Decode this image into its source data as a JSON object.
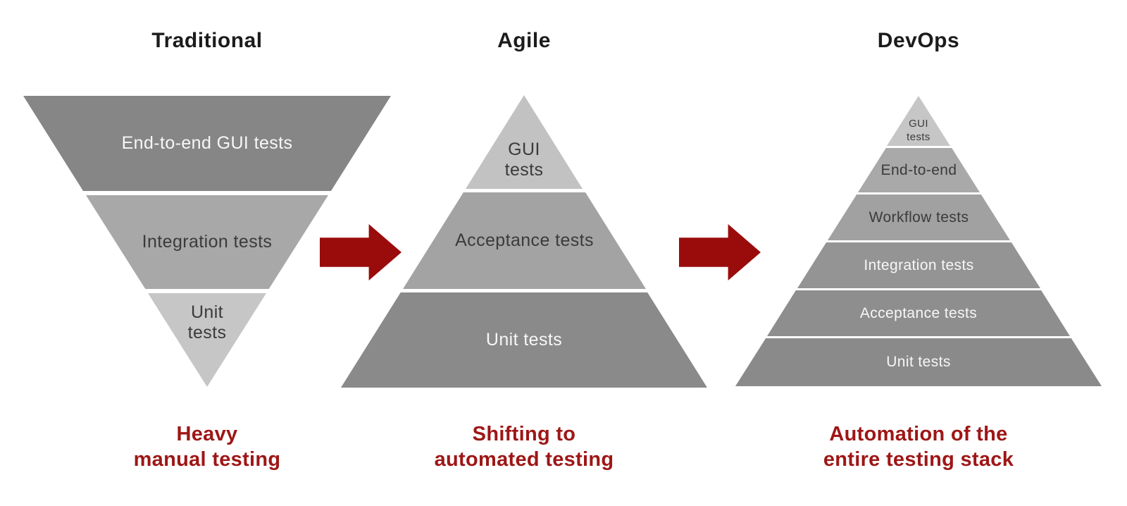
{
  "colors": {
    "background": "#ffffff",
    "title_text": "#1c1c1c",
    "caption_red": "#9e1616",
    "arrow_red": "#9a0c0c",
    "band_text_dark": "#3b3b3b",
    "band_text_light": "#f7f7f7"
  },
  "columns": [
    {
      "title": "Traditional",
      "caption": {
        "line1": "Heavy",
        "line2": "manual testing"
      },
      "pyramid_direction": "inverted",
      "levels": [
        {
          "label": "End-to-end GUI tests",
          "color": "#868686",
          "text_tone": "light"
        },
        {
          "label": "Integration tests",
          "color": "#a8a8a8",
          "text_tone": "dark"
        },
        {
          "label": "Unit tests",
          "lines": [
            "Unit",
            "tests"
          ],
          "color": "#c6c6c6",
          "text_tone": "dark"
        }
      ]
    },
    {
      "title": "Agile",
      "caption": {
        "line1": "Shifting to",
        "line2": "automated testing"
      },
      "pyramid_direction": "upright",
      "levels": [
        {
          "label": "GUI tests",
          "lines": [
            "GUI",
            "tests"
          ],
          "color": "#c2c2c2",
          "text_tone": "dark"
        },
        {
          "label": "Acceptance tests",
          "color": "#a3a3a3",
          "text_tone": "dark"
        },
        {
          "label": "Unit tests",
          "color": "#8a8a8a",
          "text_tone": "light"
        }
      ]
    },
    {
      "title": "DevOps",
      "caption": {
        "line1": "Automation of the",
        "line2": "entire testing stack"
      },
      "pyramid_direction": "upright",
      "levels": [
        {
          "label": "GUI tests",
          "lines": [
            "GUI",
            "tests"
          ],
          "color": "#c6c6c6",
          "text_tone": "dark"
        },
        {
          "label": "End-to-end",
          "color": "#a9a9a9",
          "text_tone": "dark"
        },
        {
          "label": "Workflow tests",
          "color": "#a1a1a1",
          "text_tone": "dark"
        },
        {
          "label": "Integration tests",
          "color": "#949494",
          "text_tone": "light"
        },
        {
          "label": "Acceptance tests",
          "color": "#8e8e8e",
          "text_tone": "light"
        },
        {
          "label": "Unit tests",
          "color": "#8a8a8a",
          "text_tone": "light"
        }
      ]
    }
  ],
  "arrows": [
    {
      "name": "traditional-to-agile",
      "direction": "right"
    },
    {
      "name": "agile-to-devops",
      "direction": "right"
    }
  ]
}
